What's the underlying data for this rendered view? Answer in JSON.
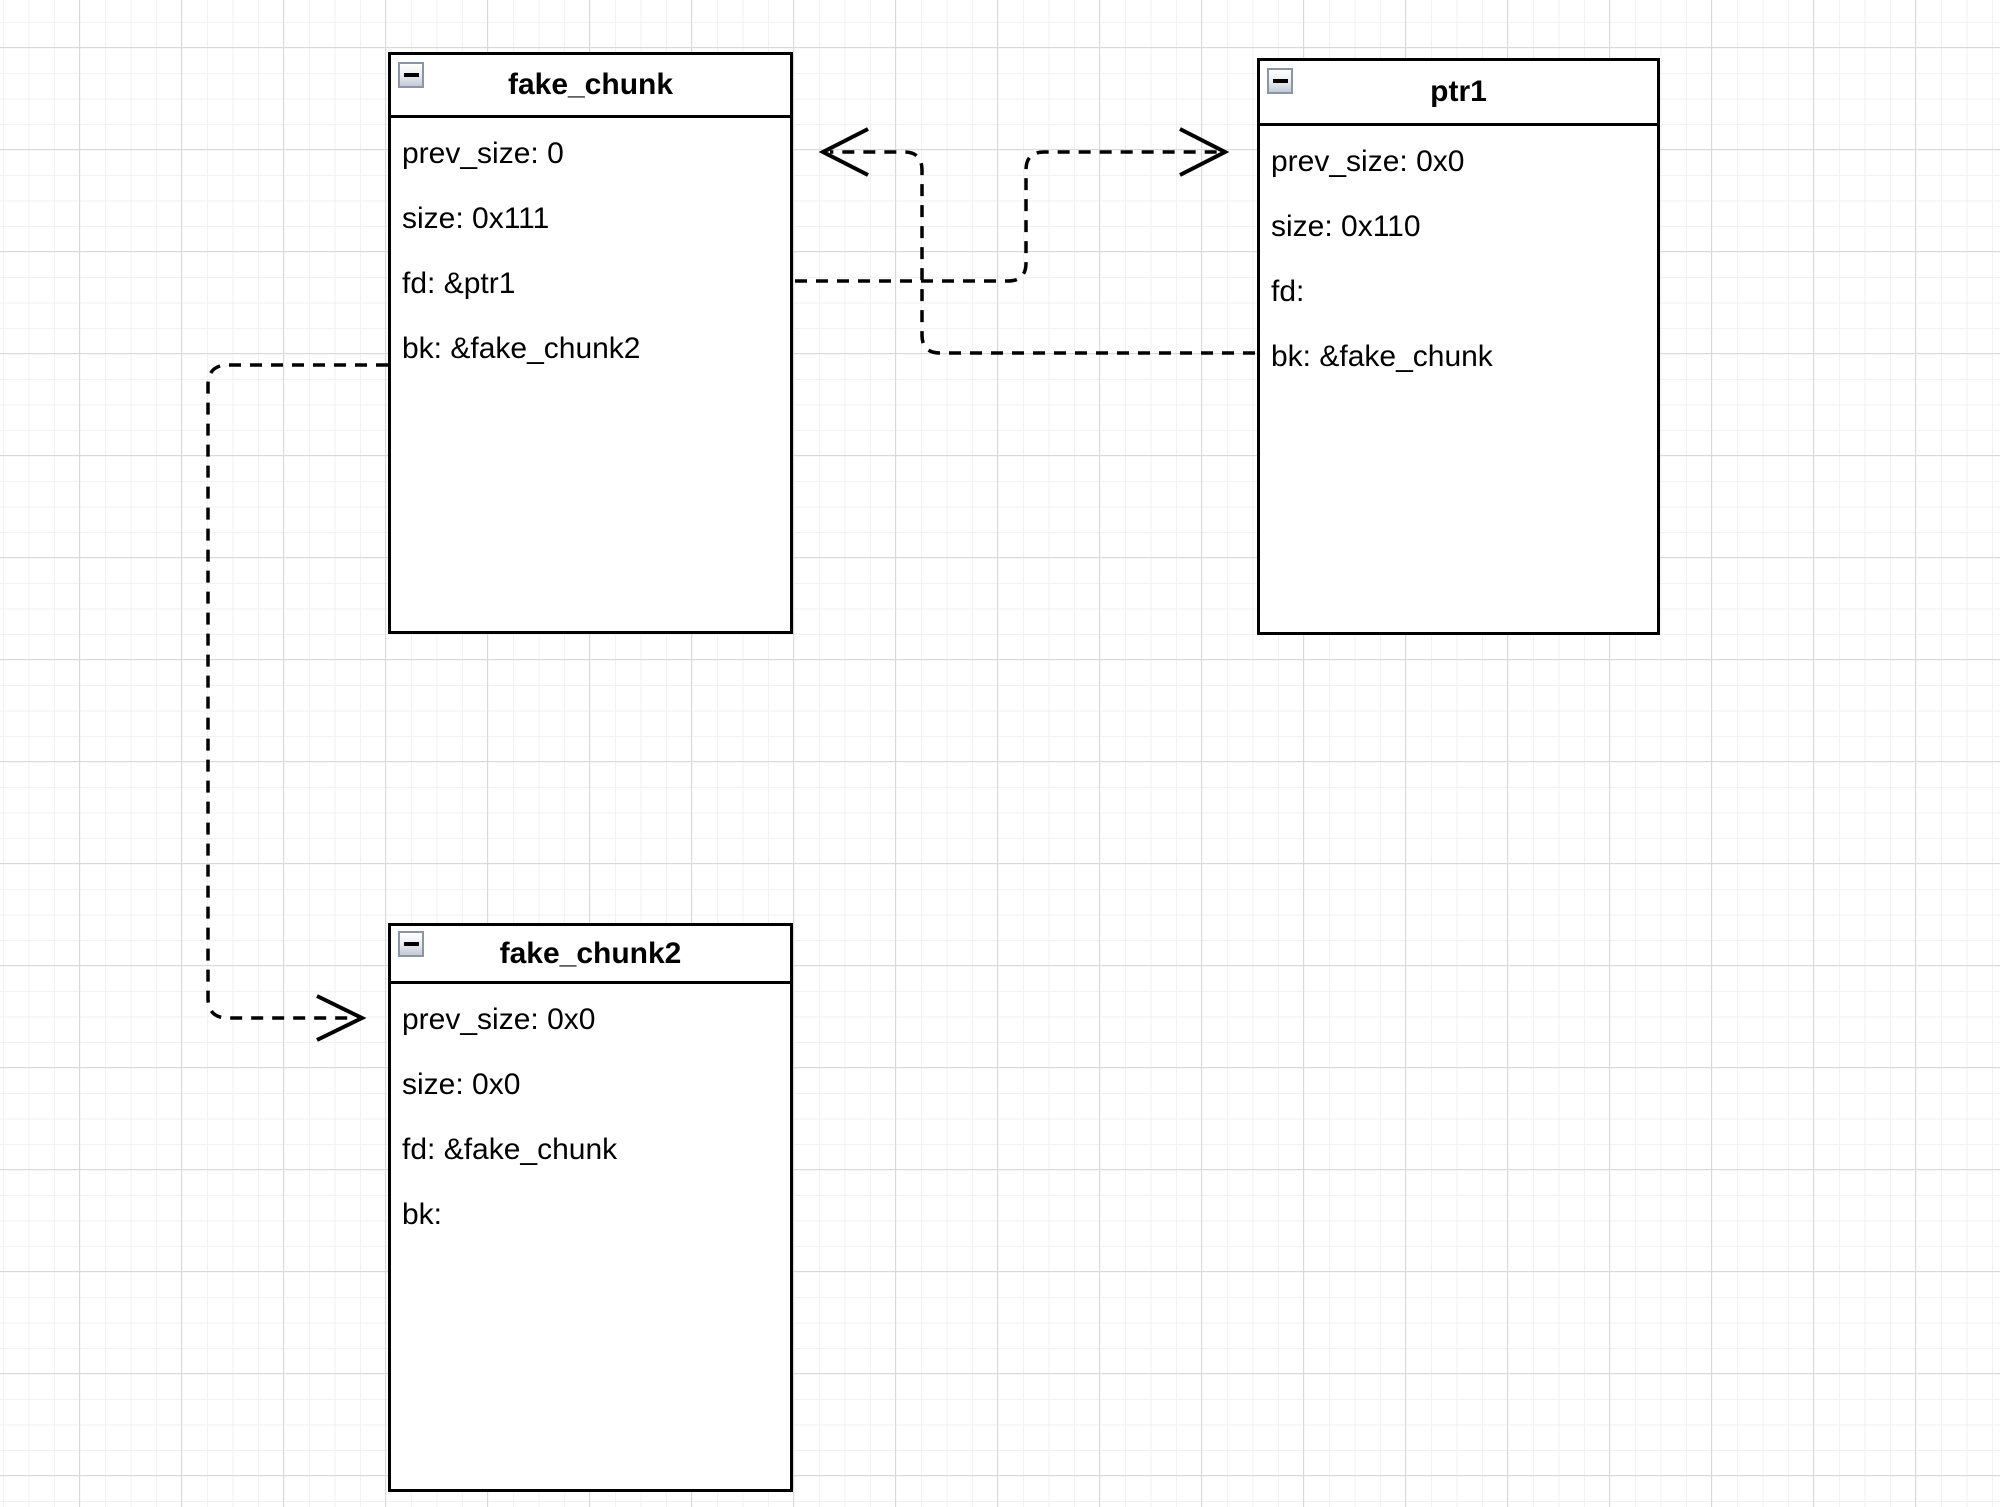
{
  "entities": [
    {
      "title": "fake_chunk",
      "fields": [
        "prev_size: 0",
        "size: 0x111",
        "fd: &ptr1",
        "bk: &fake_chunk2"
      ]
    },
    {
      "title": "ptr1",
      "fields": [
        "prev_size: 0x0",
        "size: 0x110",
        "fd:",
        "bk: &fake_chunk"
      ]
    },
    {
      "title": "fake_chunk2",
      "fields": [
        "prev_size: 0x0",
        "size: 0x0",
        "fd: &fake_chunk",
        "bk:"
      ]
    }
  ],
  "connections": [
    {
      "from": "fake_chunk.fd",
      "to": "ptr1.prev_size",
      "style": "dashed",
      "arrow": "open"
    },
    {
      "from": "ptr1.bk",
      "to": "fake_chunk.prev_size",
      "style": "dashed",
      "arrow": "open"
    },
    {
      "from": "fake_chunk.bk",
      "to": "fake_chunk2.prev_size",
      "style": "dashed",
      "arrow": "open"
    }
  ],
  "colors": {
    "stroke": "#000000",
    "entity_fill": "#ffffff",
    "grid_minor": "#f1f1f1",
    "grid_major": "#d9d9d9",
    "background": "#ffffff",
    "collapse_border": "#8b95a5"
  }
}
